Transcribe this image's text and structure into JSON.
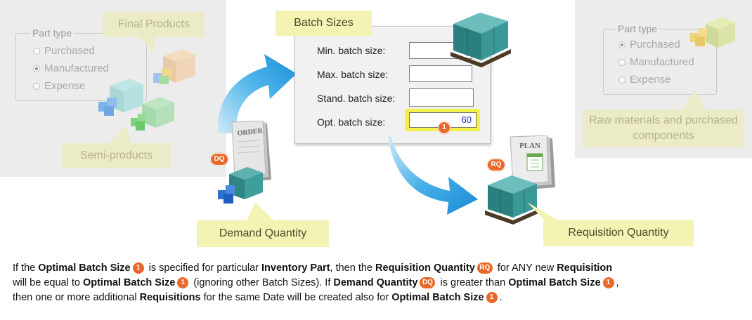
{
  "left_panel": {
    "legend": "Part type",
    "options": [
      "Purchased",
      "Manufactured",
      "Expense"
    ],
    "selected": "Manufactured",
    "callout_top": "Final Products",
    "callout_bottom": "Semi-products"
  },
  "right_panel": {
    "legend": "Part type",
    "options": [
      "Purchased",
      "Manufactured",
      "Expense"
    ],
    "selected": "Purchased",
    "callout": "Raw materials and purchased components"
  },
  "batch_form": {
    "title": "Batch Sizes",
    "fields": [
      {
        "label": "Min. batch size:",
        "value": ""
      },
      {
        "label": "Max. batch size:",
        "value": ""
      },
      {
        "label": "Stand. batch size:",
        "value": ""
      },
      {
        "label": "Opt. batch size:",
        "value": "60"
      }
    ],
    "opt_badge": "1"
  },
  "order_doc": {
    "label": "ORDER",
    "badge": "DQ",
    "callout": "Demand Quantity"
  },
  "plan_doc": {
    "label": "PLAN",
    "badge": "RQ",
    "callout": "Requisition Quantity"
  },
  "description": {
    "s1": "If the ",
    "b1": "Optimal Batch Size",
    "s2": " is specified for particular ",
    "b2": "Inventory Part",
    "s3": ", then the ",
    "b3": "Requisition Quantity",
    "s4": " for ANY new ",
    "b4": "Requisition",
    "s5": "will be equal to ",
    "b5": "Optimal Batch Size",
    "s6": " (ignoring other Batch Sizes). If ",
    "b6": "Demand Quantity",
    "s7": " is greater than ",
    "b7": "Optimal Batch Size",
    "s8": ",",
    "s9": "then one or more additional ",
    "b9": "Requisitions",
    "s10": " for the same Date will be created also for ",
    "b10": "Optimal Batch Size",
    "s11": "."
  },
  "colors": {
    "badge": "#e8692a",
    "callout": "#f3f3b4",
    "arrow": "#2aa3e6",
    "box": "#2f8d8c"
  }
}
